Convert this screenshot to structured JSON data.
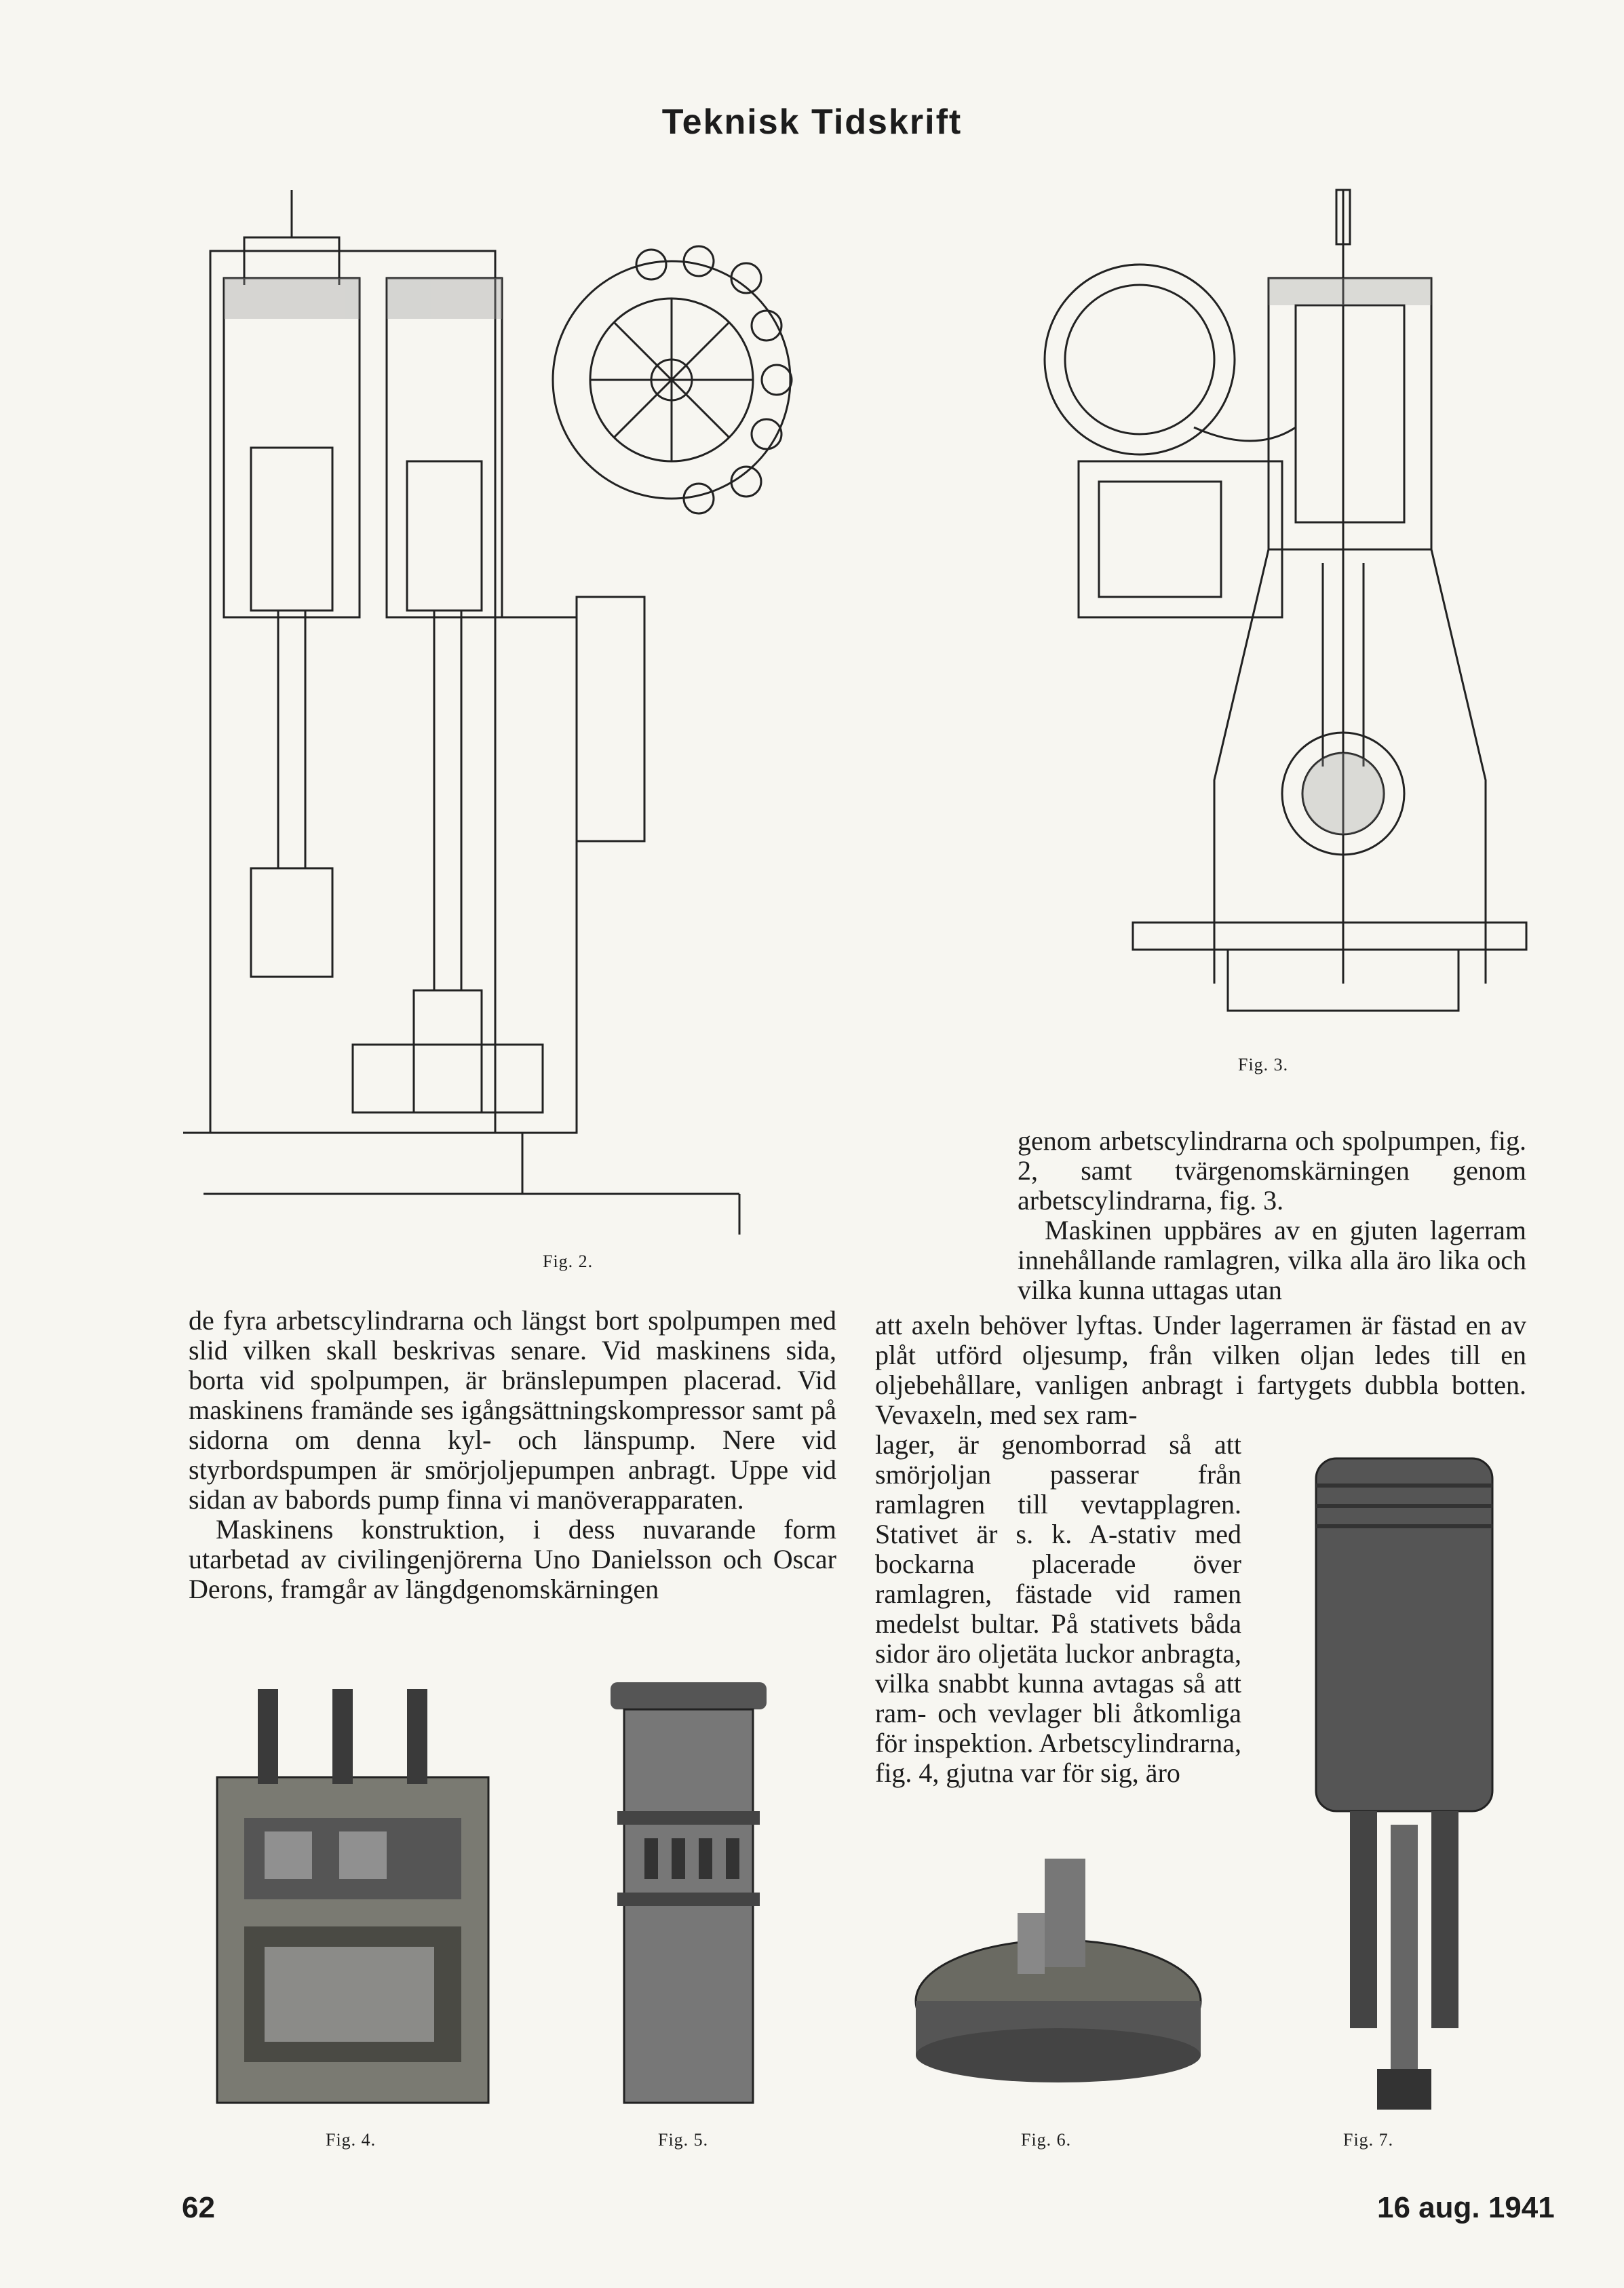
{
  "header": {
    "title": "Teknisk Tidskrift"
  },
  "figures": {
    "fig2": "Fig. 2.",
    "fig3": "Fig. 3.",
    "fig4": "Fig. 4.",
    "fig5": "Fig. 5.",
    "fig6": "Fig. 6.",
    "fig7": "Fig. 7."
  },
  "left_column": {
    "para1": "de fyra arbetscylindrarna och längst bort spolpumpen med slid vilken skall beskrivas senare. Vid maskinens sida, borta vid spolpumpen, är bränslepumpen placerad. Vid maskinens framände ses igångsättningskompressor samt på sidorna om denna kyl- och länspump. Nere vid styrbordspumpen är smörjoljepumpen anbragt. Uppe vid sidan av babords pump finna vi manöverapparaten.",
    "para2": "Maskinens konstruktion, i dess nuvarande form utarbetad av civilingenjörerna Uno Danielsson och Oscar Derons, framgår av längdgenomskärningen"
  },
  "right_column": {
    "para1": "genom arbetscylindrarna och spolpumpen, fig. 2, samt tvärgenomskärningen genom arbetscylindrarna, fig. 3.",
    "para2": "Maskinen uppbäres av en gjuten lagerram innehållande ramlagren, vilka alla äro lika och vilka kunna uttagas utan",
    "para3_wide": "att axeln behöver lyftas. Under lagerramen är fästad en av plåt utförd oljesump, från vilken oljan ledes till en oljebehållare, vanligen anbragt i fartygets dubbla botten. Vevaxeln, med sex ram-",
    "para3_narrow": "lager, är genomborrad så att smörjoljan passerar från ramlagren till vevtapplagren. Stativet är s. k. A-stativ med bockarna placerade över ramlagren, fästade vid ramen medelst bultar. På stativets båda sidor äro oljetäta luckor anbragta, vilka snabbt kunna avtagas så att ram- och vevlager bli åtkomliga för inspektion. Arbetscylindrarna, fig. 4, gjutna var för sig, äro"
  },
  "footer": {
    "page_number": "62",
    "date": "16 aug. 1941"
  }
}
